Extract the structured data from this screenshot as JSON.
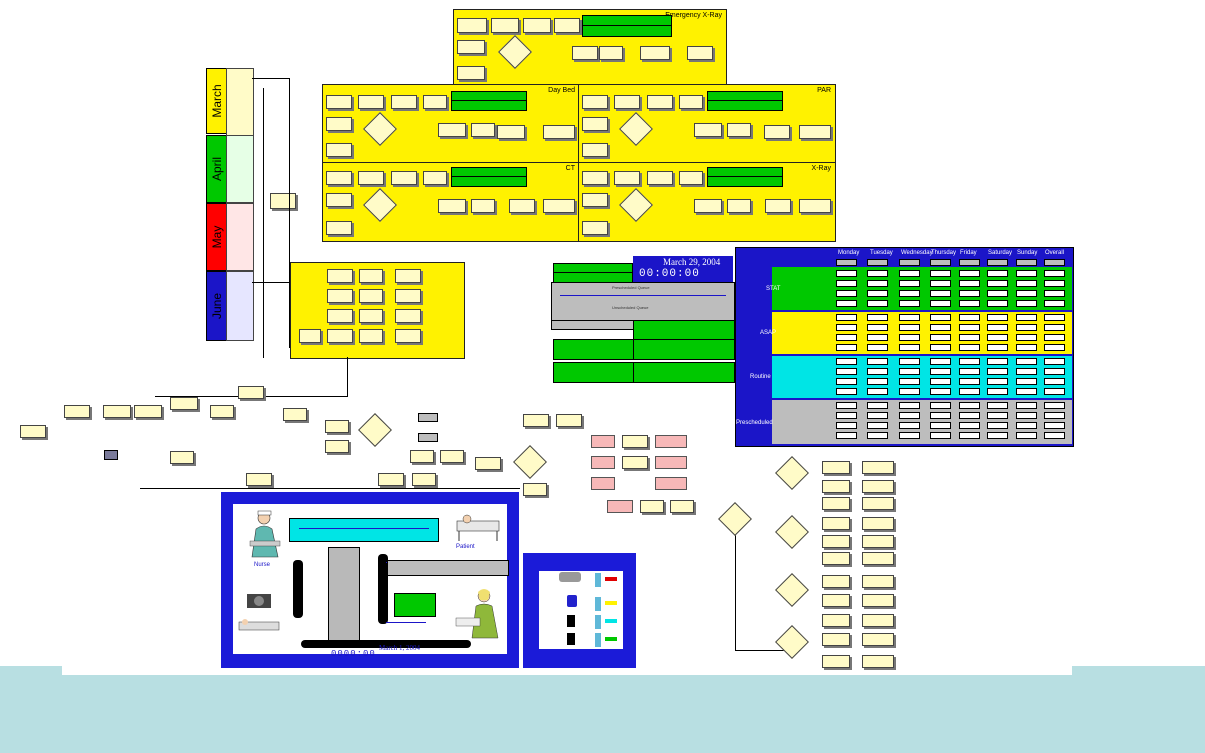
{
  "submodels": {
    "emergency_xray": "Emergency X-Ray",
    "day_bed": "Day Bed",
    "par": "PAR",
    "ct": "CT",
    "xray": "X-Ray"
  },
  "months": [
    "March",
    "April",
    "May",
    "June"
  ],
  "schedule_clock": {
    "date": "March 29, 2004",
    "time": "00:00:00"
  },
  "queues": {
    "prescheduled": "Prescheduled Queue",
    "unscheduled": "Unscheduled Queue"
  },
  "stats_table": {
    "days": [
      "Monday",
      "Tuesday",
      "Wednesday",
      "Thursday",
      "Friday",
      "Saturday",
      "Sunday",
      "Overall"
    ],
    "rows": [
      "STAT",
      "ASAP",
      "Routine",
      "Prescheduled"
    ]
  },
  "animation": {
    "nurse": "Nurse",
    "patient": "Patient",
    "clock": "0000:00",
    "date": "March 1, 2004"
  },
  "colors": {
    "submodel": "#fff200",
    "panel": "#1b15c8",
    "stat": "#00c800",
    "asap": "#fff200",
    "routine": "#00e5e5",
    "prescheduled": "#bdbdbd",
    "background_band": "#b8dfe2"
  }
}
